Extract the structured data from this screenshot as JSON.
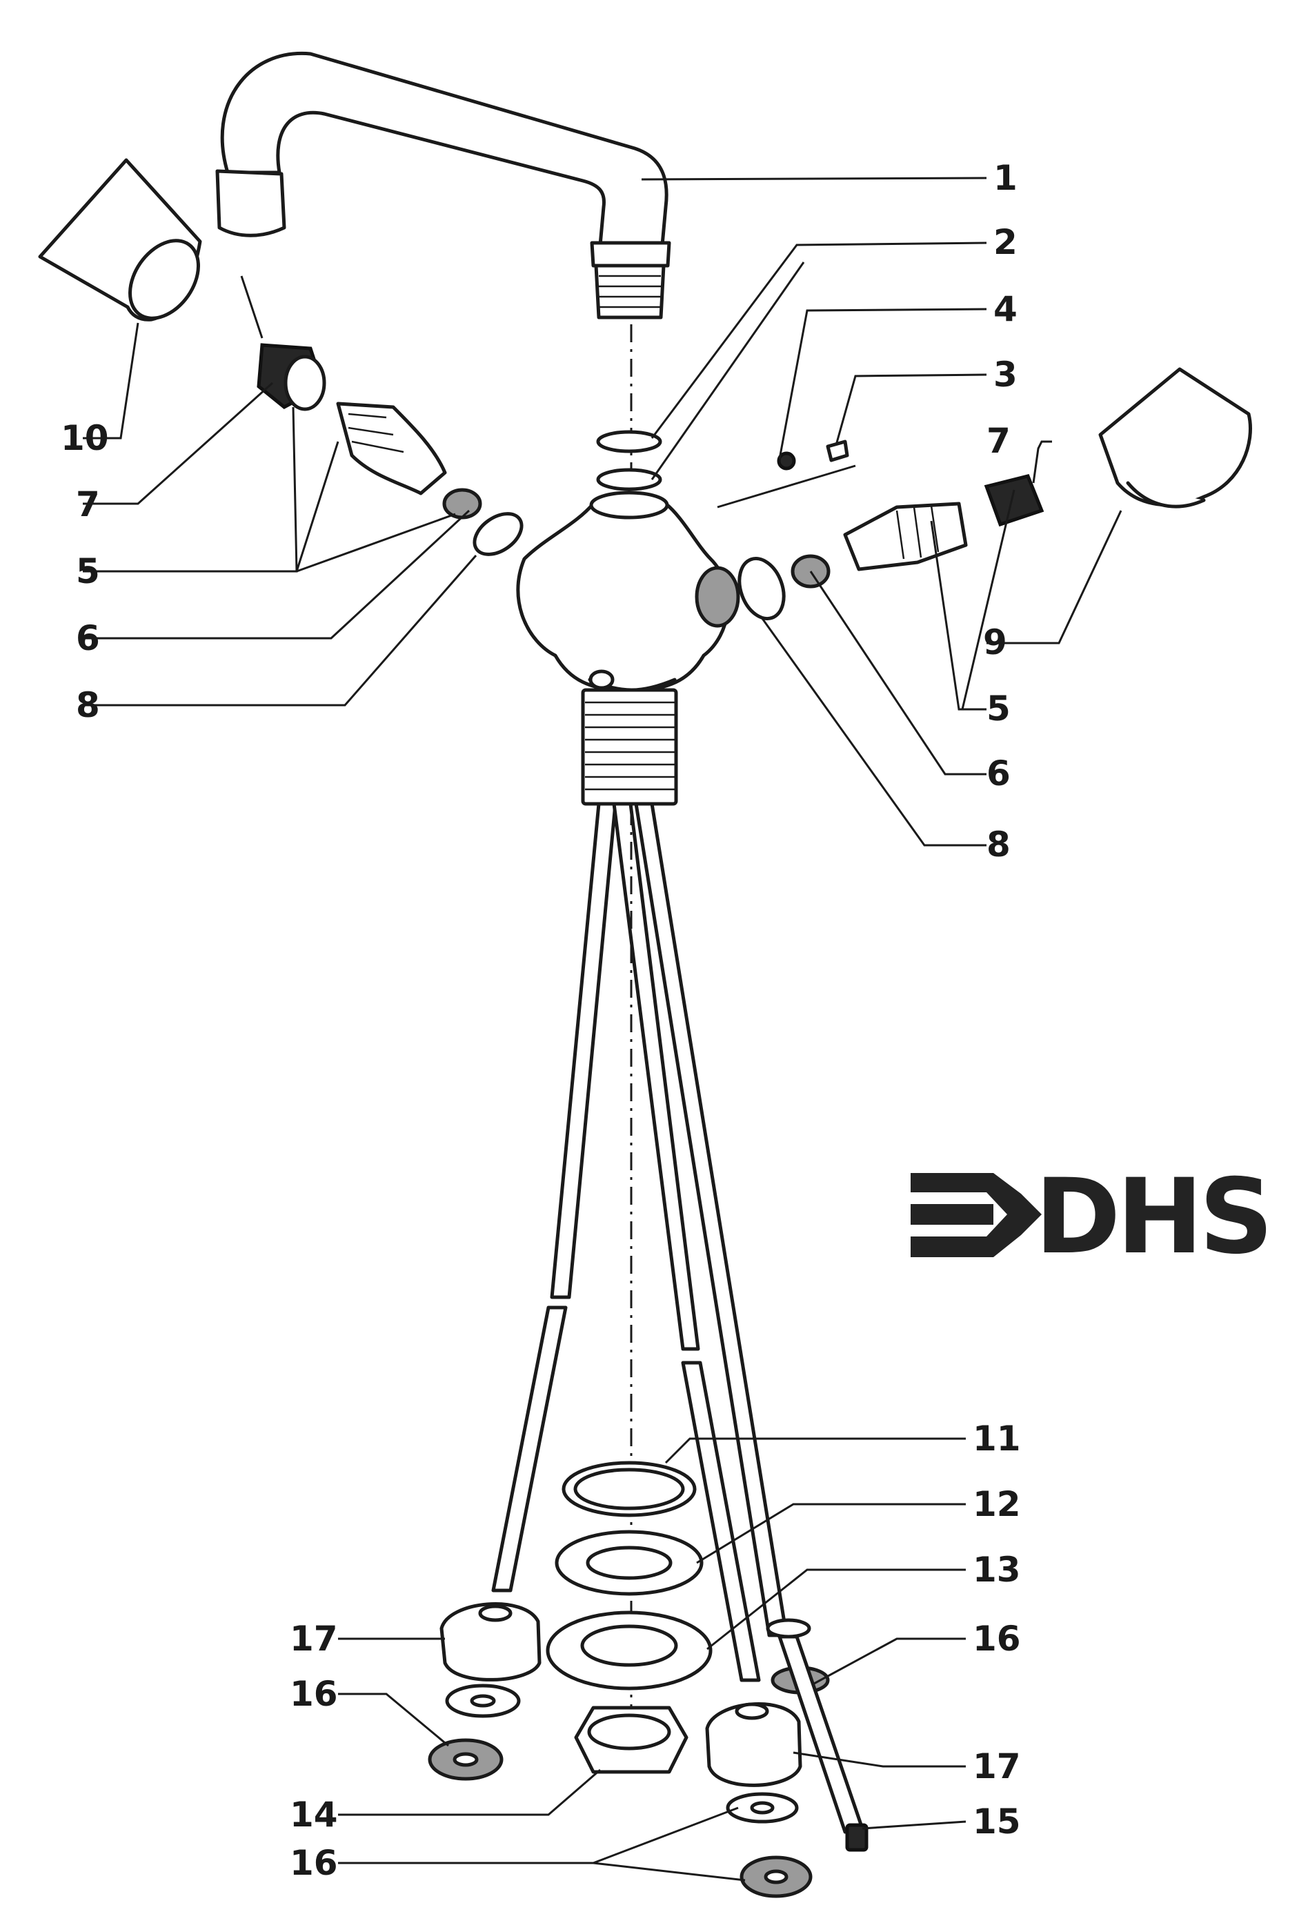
{
  "callouts": [
    {
      "id": "c1",
      "label": "1"
    },
    {
      "id": "c2",
      "label": "2"
    },
    {
      "id": "c4",
      "label": "4"
    },
    {
      "id": "c3",
      "label": "3"
    },
    {
      "id": "c7r",
      "label": "7"
    },
    {
      "id": "c9",
      "label": "9"
    },
    {
      "id": "c5r",
      "label": "5"
    },
    {
      "id": "c6r",
      "label": "6"
    },
    {
      "id": "c8r",
      "label": "8"
    },
    {
      "id": "c10",
      "label": "10"
    },
    {
      "id": "c7l",
      "label": "7"
    },
    {
      "id": "c5l",
      "label": "5"
    },
    {
      "id": "c6l",
      "label": "6"
    },
    {
      "id": "c8l",
      "label": "8"
    },
    {
      "id": "c11",
      "label": "11"
    },
    {
      "id": "c12",
      "label": "12"
    },
    {
      "id": "c13",
      "label": "13"
    },
    {
      "id": "c16r",
      "label": "16"
    },
    {
      "id": "c17r",
      "label": "17"
    },
    {
      "id": "c15",
      "label": "15"
    },
    {
      "id": "c17l",
      "label": "17"
    },
    {
      "id": "c16l",
      "label": "16"
    },
    {
      "id": "c14",
      "label": "14"
    },
    {
      "id": "c16b",
      "label": "16"
    }
  ],
  "logo": {
    "text": "DHS"
  }
}
